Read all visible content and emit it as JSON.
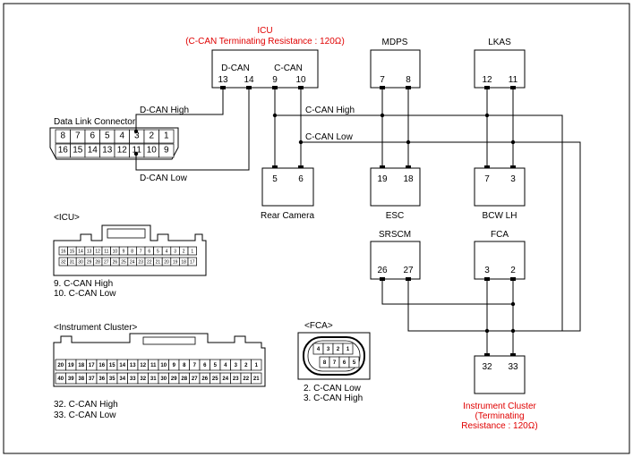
{
  "icu": {
    "title": "ICU",
    "subtitle": "(C-CAN Terminating Resistance : 120Ω)",
    "dcan": "D-CAN",
    "ccan": "C-CAN",
    "pins": [
      "13",
      "14",
      "9",
      "10"
    ]
  },
  "mdps": {
    "title": "MDPS",
    "pins": [
      "7",
      "8"
    ]
  },
  "lkas": {
    "title": "LKAS",
    "pins": [
      "12",
      "11"
    ]
  },
  "esc": {
    "title": "ESC",
    "pins": [
      "19",
      "18"
    ]
  },
  "bcw": {
    "title": "BCW LH",
    "pins": [
      "7",
      "3"
    ]
  },
  "rear_camera": {
    "title": "Rear Camera",
    "pins": [
      "5",
      "6"
    ]
  },
  "srscm": {
    "title": "SRSCM",
    "pins": [
      "26",
      "27"
    ]
  },
  "fca": {
    "title": "FCA",
    "pins": [
      "3",
      "2"
    ]
  },
  "cluster": {
    "title_lines": [
      "Instrument Cluster",
      "(Terminating",
      "Resistance : 120Ω)"
    ],
    "pins": [
      "32",
      "33"
    ]
  },
  "dlc": {
    "title": "Data Link Connector",
    "top_row": [
      "8",
      "7",
      "6",
      "5",
      "4",
      "3",
      "2",
      "1"
    ],
    "bottom_row": [
      "16",
      "15",
      "14",
      "13",
      "12",
      "11",
      "10",
      "9"
    ]
  },
  "wires": {
    "dcan_high": "D-CAN High",
    "dcan_low": "D-CAN Low",
    "ccan_high": "C-CAN High",
    "ccan_low": "C-CAN Low"
  },
  "icu_conn": {
    "label": "<ICU>",
    "top_row": [
      "16",
      "15",
      "14",
      "13",
      "12",
      "11",
      "10",
      "9",
      "8",
      "7",
      "6",
      "5",
      "4",
      "3",
      "2",
      "1"
    ],
    "bottom_row": [
      "32",
      "31",
      "30",
      "29",
      "28",
      "27",
      "26",
      "25",
      "24",
      "23",
      "22",
      "21",
      "20",
      "19",
      "18",
      "17"
    ],
    "legend": [
      "9. C-CAN High",
      "10. C-CAN Low"
    ]
  },
  "cluster_conn": {
    "label": "<Instrument Cluster>",
    "top_row": [
      "20",
      "19",
      "18",
      "17",
      "16",
      "15",
      "14",
      "13",
      "12",
      "11",
      "10",
      "9",
      "8",
      "7",
      "6",
      "5",
      "4",
      "3",
      "2",
      "1"
    ],
    "bottom_row": [
      "40",
      "39",
      "38",
      "37",
      "36",
      "35",
      "34",
      "33",
      "32",
      "31",
      "30",
      "29",
      "28",
      "27",
      "26",
      "25",
      "24",
      "23",
      "22",
      "21"
    ],
    "legend": [
      "32. C-CAN High",
      "33. C-CAN Low"
    ]
  },
  "fca_conn": {
    "label": "<FCA>",
    "top_row": [
      "4",
      "3",
      "2",
      "1"
    ],
    "bottom_row": [
      "8",
      "7",
      "6",
      "5"
    ],
    "legend": [
      "2. C-CAN Low",
      "3. C-CAN High"
    ]
  }
}
